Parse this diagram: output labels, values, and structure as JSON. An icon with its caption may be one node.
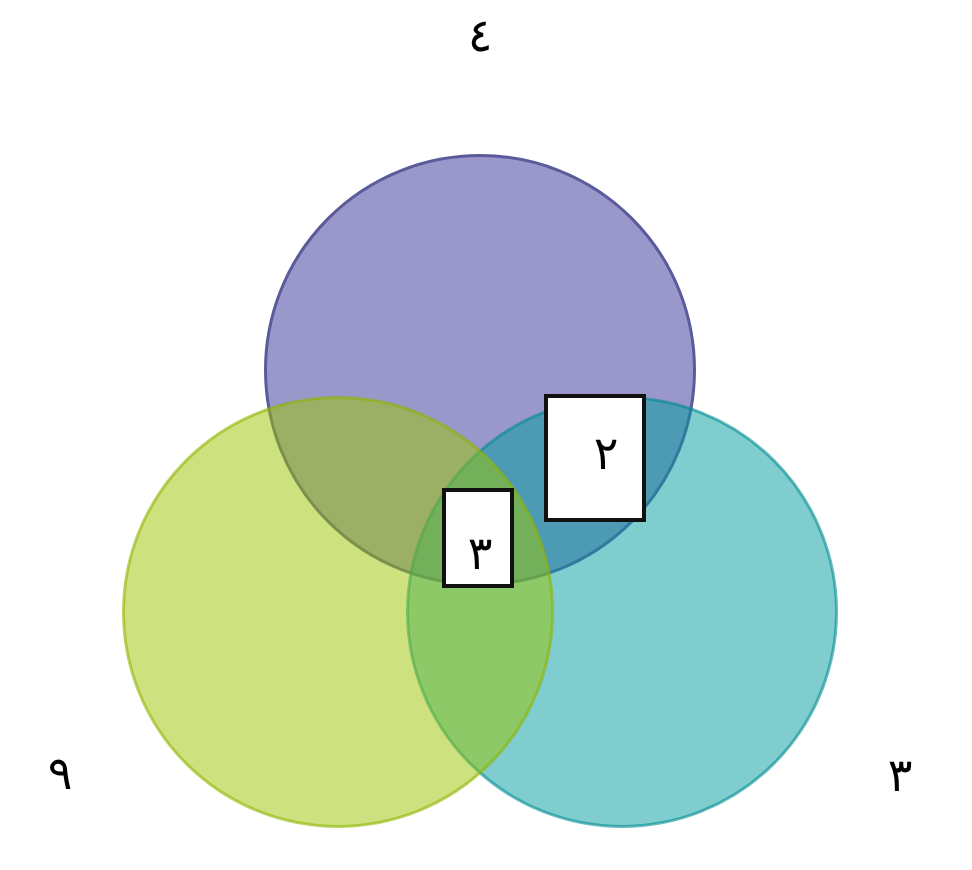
{
  "diagram": {
    "nodes": [
      {
        "text": [
          "٤"
        ]
      },
      {
        "text": [
          "٩"
        ]
      },
      {
        "text": [
          "٣"
        ]
      },
      {
        "text": [
          "٢"
        ]
      },
      {
        "text": [
          "٣"
        ]
      }
    ]
  }
}
